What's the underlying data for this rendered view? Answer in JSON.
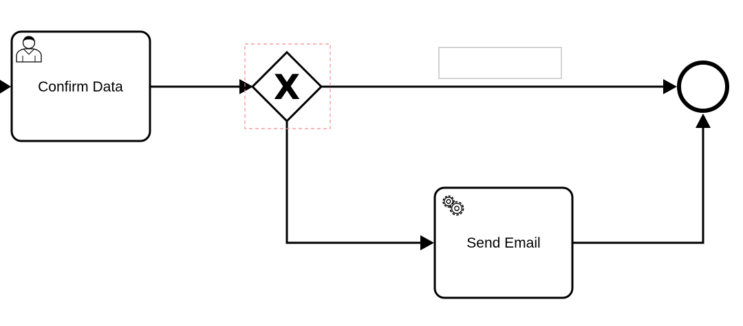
{
  "diagram": {
    "tasks": {
      "confirm_data": {
        "label": "Confirm Data",
        "type": "user-task",
        "icon": "user-icon"
      },
      "send_email": {
        "label": "Send Email",
        "type": "service-task",
        "icon": "gear-icon"
      }
    },
    "gateway": {
      "type": "exclusive",
      "marker": "X",
      "selected": true,
      "selection_color": "#f28b8b"
    },
    "flow_label": {
      "text": ""
    },
    "end_event": {
      "type": "end"
    }
  }
}
